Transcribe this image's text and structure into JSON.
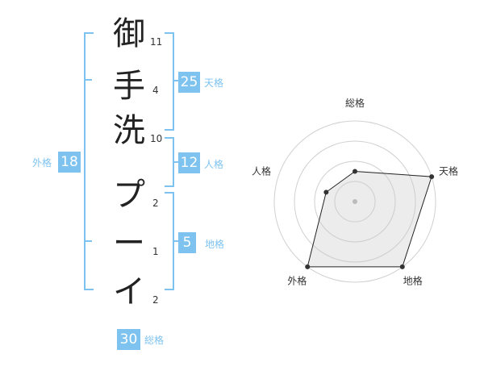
{
  "name": {
    "chars": [
      "御",
      "手",
      "洗",
      "プ",
      "ー",
      "イ"
    ],
    "strokes": [
      "11",
      "4",
      "10",
      "2",
      "1",
      "2"
    ]
  },
  "fortune": {
    "tenkaku": {
      "value": "25",
      "label": "天格"
    },
    "jinkaku": {
      "value": "12",
      "label": "人格"
    },
    "chikaku": {
      "value": "5",
      "label": "地格"
    },
    "gaikaku": {
      "value": "18",
      "label": "外格"
    },
    "soukaku": {
      "value": "30",
      "label": "総格"
    }
  },
  "colors": {
    "accent": "#7ec3f0",
    "text": "#222222"
  },
  "chart_data": {
    "type": "radar",
    "axes": [
      "総格",
      "天格",
      "地格",
      "外格",
      "人格"
    ],
    "levels": 4,
    "max": 4,
    "values": [
      1.5,
      4,
      4,
      4,
      1.5
    ]
  }
}
